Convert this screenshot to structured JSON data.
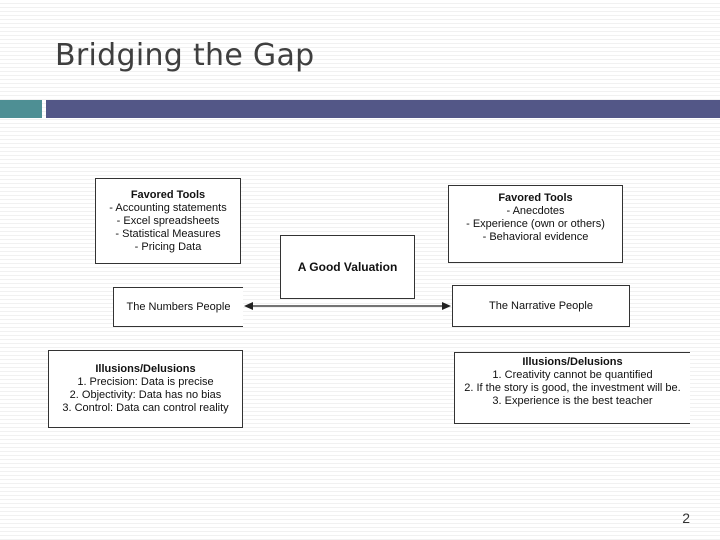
{
  "slide": {
    "title": "Bridging the Gap",
    "page_number": "2"
  },
  "colors": {
    "accent_left": "#4e8f94",
    "accent_right": "#535787"
  },
  "numbers_tools": {
    "heading": "Favored Tools",
    "items": [
      "- Accounting statements",
      "- Excel spreadsheets",
      "- Statistical Measures",
      "- Pricing Data"
    ]
  },
  "narrative_tools": {
    "heading": "Favored Tools",
    "items": [
      "- Anecdotes",
      "- Experience (own or others)",
      "- Behavioral evidence"
    ]
  },
  "valuation": {
    "label": "A Good Valuation"
  },
  "numbers_people": {
    "label": "The Numbers People"
  },
  "narrative_people": {
    "label": "The Narrative People"
  },
  "numbers_illusions": {
    "heading": "Illusions/Delusions",
    "items": [
      "1. Precision: Data is precise",
      "2. Objectivity: Data has no bias",
      "3. Control: Data can control reality"
    ]
  },
  "narrative_illusions": {
    "heading": "Illusions/Delusions",
    "items": [
      "1. Creativity cannot be quantified",
      "2. If the story is good, the investment will be.",
      "3. Experience is the best teacher"
    ]
  }
}
